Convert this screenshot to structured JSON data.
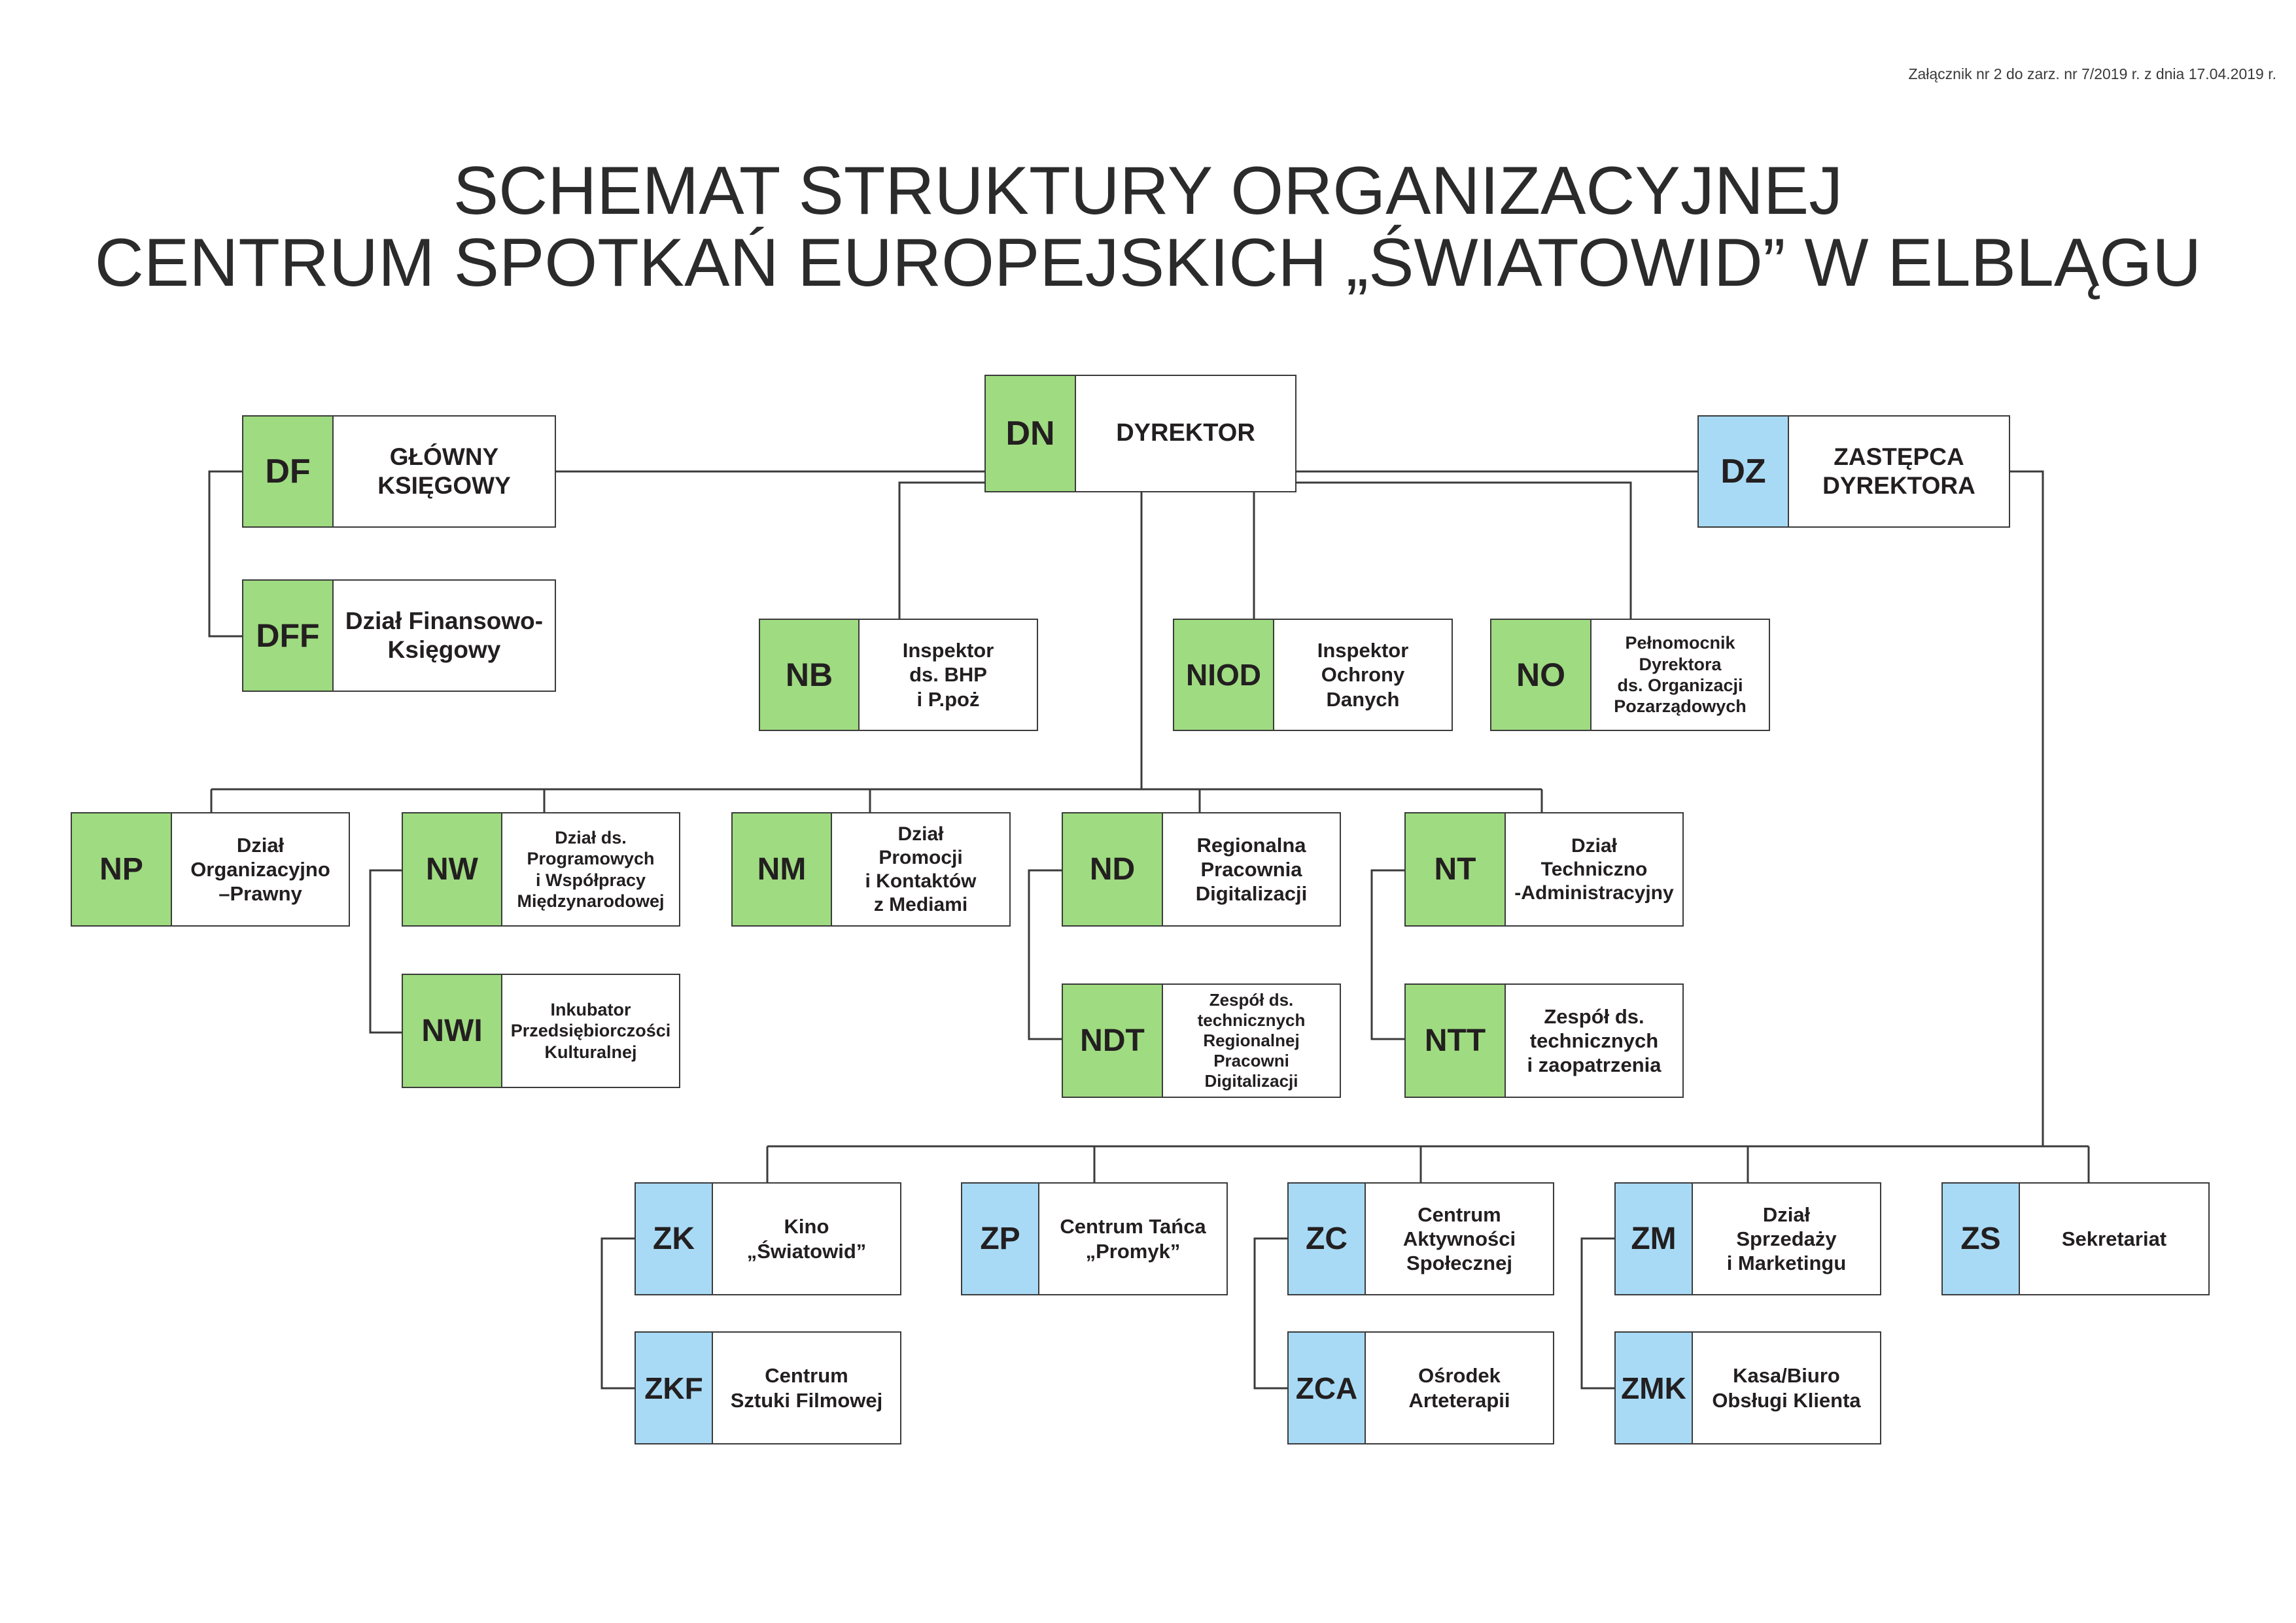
{
  "annex": "Załącznik nr 2 do zarz. nr 7/2019 r. z dnia 17.04.2019 r.",
  "title": {
    "line1": "SCHEMAT STRUKTURY ORGANIZACYJNEJ",
    "line2": "CENTRUM SPOTKAŃ EUROPEJSKICH „ŚWIATOWID” W ELBLĄGU"
  },
  "colors": {
    "green": "#9fdb81",
    "blue": "#a8daf5",
    "border": "#3b3b3b"
  },
  "units": {
    "DN": {
      "code": "DN",
      "label": "DYREKTOR"
    },
    "DF": {
      "code": "DF",
      "label": "GŁÓWNY\nKSIĘGOWY"
    },
    "DFF": {
      "code": "DFF",
      "label": "Dział Finansowo-\nKsięgowy"
    },
    "DZ": {
      "code": "DZ",
      "label": "ZASTĘPCA\nDYREKTORA"
    },
    "NB": {
      "code": "NB",
      "label": "Inspektor\nds. BHP\ni P.poż"
    },
    "NIOD": {
      "code": "NIOD",
      "label": "Inspektor\nOchrony\nDanych"
    },
    "NO": {
      "code": "NO",
      "label": "Pełnomocnik\nDyrektora\nds. Organizacji\nPozarządowych"
    },
    "NP": {
      "code": "NP",
      "label": "Dział\nOrganizacyjno\n–Prawny"
    },
    "NW": {
      "code": "NW",
      "label": "Dział ds.\nProgramowych\ni Współpracy\nMiędzynarodowej"
    },
    "NWI": {
      "code": "NWI",
      "label": "Inkubator\nPrzedsiębiorczości\nKulturalnej"
    },
    "NM": {
      "code": "NM",
      "label": "Dział\nPromocji\ni Kontaktów\nz Mediami"
    },
    "ND": {
      "code": "ND",
      "label": "Regionalna\nPracownia\nDigitalizacji"
    },
    "NDT": {
      "code": "NDT",
      "label": "Zespół ds.\ntechnicznych\nRegionalnej\nPracowni\nDigitalizacji"
    },
    "NT": {
      "code": "NT",
      "label": "Dział\nTechniczno\n-Administracyjny"
    },
    "NTT": {
      "code": "NTT",
      "label": "Zespół ds.\ntechnicznych\ni zaopatrzenia"
    },
    "ZK": {
      "code": "ZK",
      "label": "Kino\n„Światowid”"
    },
    "ZKF": {
      "code": "ZKF",
      "label": "Centrum\nSztuki Filmowej"
    },
    "ZP": {
      "code": "ZP",
      "label": "Centrum Tańca\n„Promyk”"
    },
    "ZC": {
      "code": "ZC",
      "label": "Centrum\nAktywności\nSpołecznej"
    },
    "ZCA": {
      "code": "ZCA",
      "label": "Ośrodek\nArteterapii"
    },
    "ZM": {
      "code": "ZM",
      "label": "Dział\nSprzedaży\ni Marketingu"
    },
    "ZMK": {
      "code": "ZMK",
      "label": "Kasa/Biuro\nObsługi Klienta"
    },
    "ZS": {
      "code": "ZS",
      "label": "Sekretariat"
    }
  }
}
